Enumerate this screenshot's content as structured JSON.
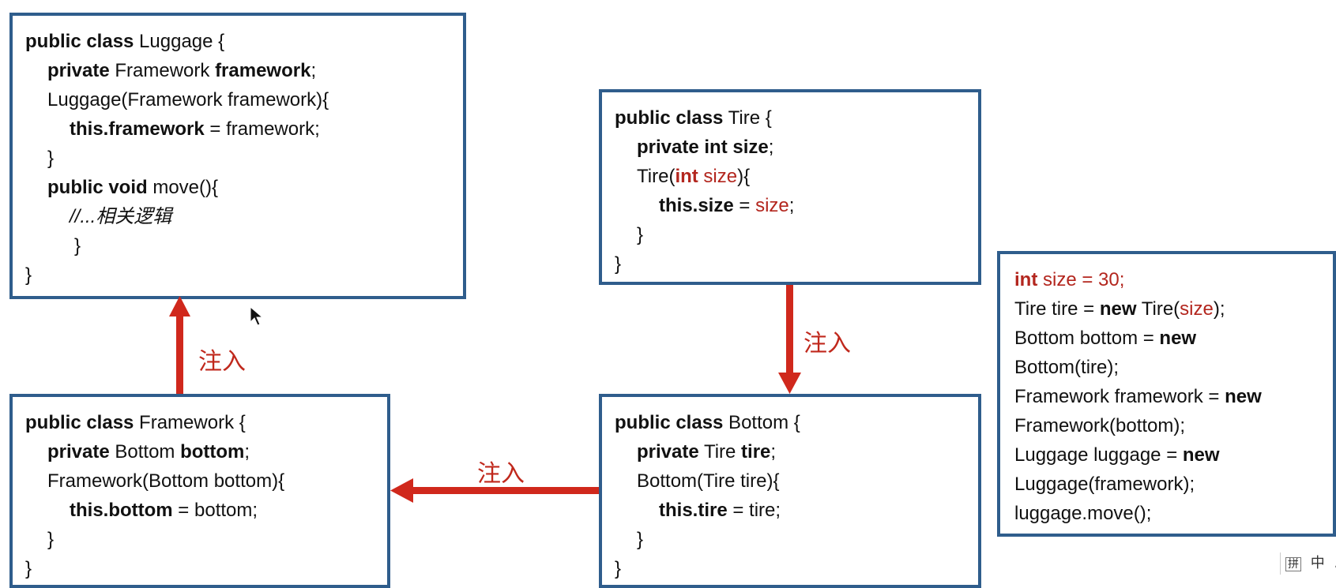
{
  "luggage": {
    "l1_kw": "public class",
    "l1_rest": " Luggage {",
    "l2_kw": "private",
    "l2_mid": " Framework ",
    "l2_kw2": "framework",
    "l2_end": ";",
    "l3": "Luggage(Framework framework){",
    "l4_kw": "this.framework",
    "l4_rest": " = framework;",
    "l5": "}",
    "l6_kw": "public void",
    "l6_rest": " move(){",
    "l7": "//...相关逻辑",
    "l8": "}",
    "l9": "}"
  },
  "tire": {
    "l1_kw": "public class",
    "l1_rest": " Tire {",
    "l2_kw": "private int size",
    "l2_end": ";",
    "l3_a": "Tire(",
    "l3_kw": "int",
    "l3_b": " size",
    "l3_c": "){",
    "l4_kw": "this.size",
    "l4_mid": " = ",
    "l4_red": "size",
    "l4_end": ";",
    "l5": "}",
    "l6": "}"
  },
  "framework": {
    "l1_kw": "public class",
    "l1_rest": " Framework {",
    "l2_kw": "private",
    "l2_mid": " Bottom ",
    "l2_kw2": "bottom",
    "l2_end": ";",
    "l3": "Framework(Bottom bottom){",
    "l4_kw": "this.bottom",
    "l4_rest": " = bottom;",
    "l5": "}",
    "l6": "}"
  },
  "bottom": {
    "l1_kw": "public class",
    "l1_rest": " Bottom {",
    "l2_kw": "private",
    "l2_mid": " Tire ",
    "l2_kw2": "tire",
    "l2_end": ";",
    "l3": "Bottom(Tire tire){",
    "l4_kw": "this.tire",
    "l4_rest": " = tire;",
    "l5": "}",
    "l6": "}"
  },
  "main_code": {
    "l1_kw": "int",
    "l1_rest": " size = 30;",
    "l2_a": "Tire tire = ",
    "l2_kw": "new",
    "l2_b": " Tire(",
    "l2_red": "size",
    "l2_c": ");",
    "l3_a": "Bottom bottom = ",
    "l3_kw": "new",
    "l4": "Bottom(tire);",
    "l5_a": "Framework framework = ",
    "l5_kw": "new",
    "l6": "Framework(bottom);",
    "l7_a": "Luggage luggage = ",
    "l7_kw": "new",
    "l8": "Luggage(framework);",
    "l9": "luggage.move();"
  },
  "labels": {
    "inject_up": "注入",
    "inject_down": "注入",
    "inject_left": "注入"
  },
  "ime": {
    "grid_glyph": "拼",
    "mode": "中",
    "dot": "."
  },
  "colors": {
    "box_border": "#2f5d8c",
    "arrow": "#d0281c",
    "keyword_red": "#b3261e"
  }
}
